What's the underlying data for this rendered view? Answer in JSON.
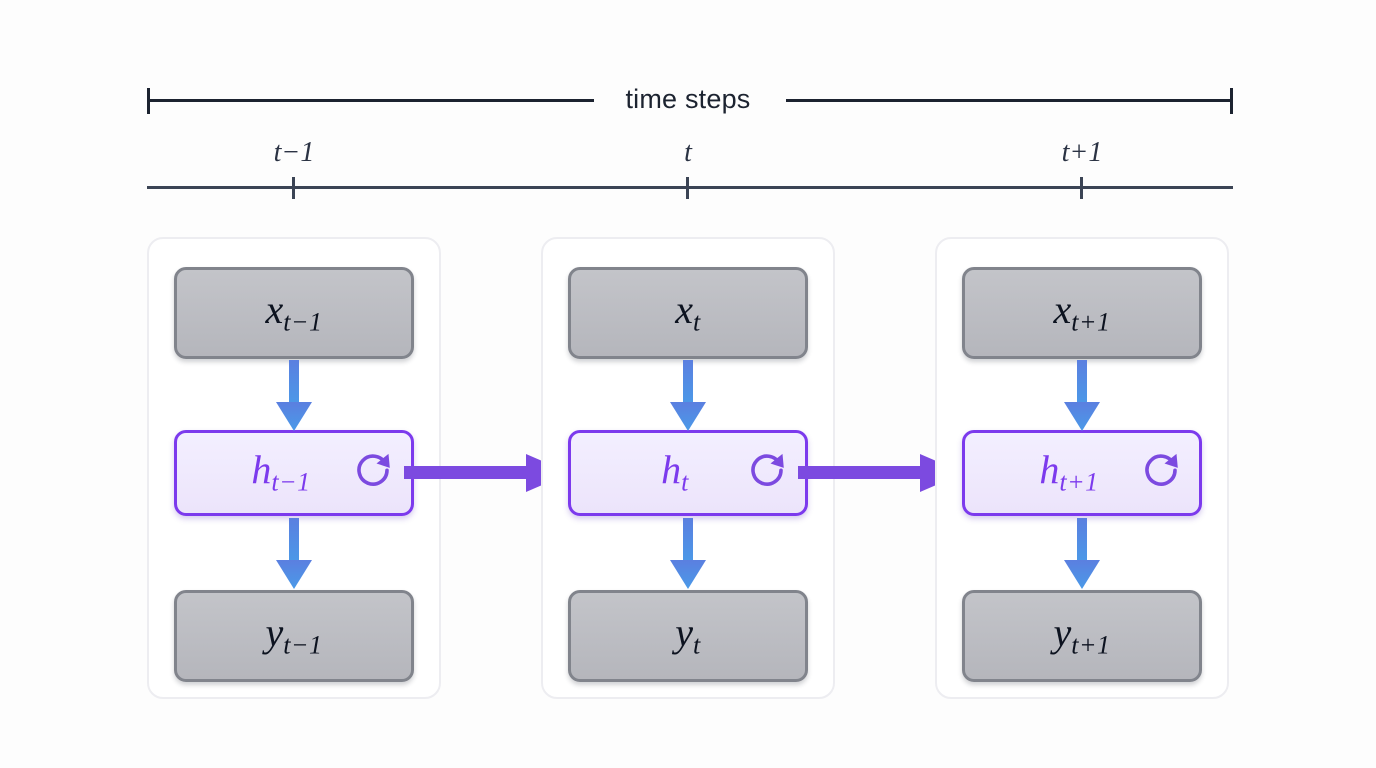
{
  "figure": {
    "bracket_label": "time steps",
    "axis_tick_labels": [
      "t−1",
      "t",
      "t+1"
    ],
    "colors": {
      "background": "#fdfdfd",
      "card_border": "#ededf1",
      "io_fill": "#bcbdc2",
      "io_border": "#81848c",
      "hidden_fill": "#efeafb",
      "hidden_border": "#7c3aed",
      "blue_arrow": "#4a90e2",
      "purple_arrow": "#7c4ae0",
      "axis": "#3b4455",
      "text": "#1c2330"
    }
  },
  "steps": [
    {
      "id": "t-1",
      "tick_label_base": "t−1",
      "input": {
        "base": "x",
        "sub": "t−1"
      },
      "hidden": {
        "base": "h",
        "sub": "t−1",
        "icon": "recurrent-loop-icon"
      },
      "output": {
        "base": "y",
        "sub": "t−1"
      },
      "has_outgoing_recurrent_arrow": true
    },
    {
      "id": "t",
      "tick_label_base": "t",
      "input": {
        "base": "x",
        "sub": "t"
      },
      "hidden": {
        "base": "h",
        "sub": "t",
        "icon": "recurrent-loop-icon"
      },
      "output": {
        "base": "y",
        "sub": "t"
      },
      "has_outgoing_recurrent_arrow": true
    },
    {
      "id": "t+1",
      "tick_label_base": "t+1",
      "input": {
        "base": "x",
        "sub": "t+1"
      },
      "hidden": {
        "base": "h",
        "sub": "t+1",
        "icon": "recurrent-loop-icon"
      },
      "output": {
        "base": "y",
        "sub": "t+1"
      },
      "has_outgoing_recurrent_arrow": false
    }
  ],
  "edges": {
    "input_to_hidden_label": "",
    "hidden_to_output_label": "",
    "hidden_to_hidden_label": ""
  }
}
